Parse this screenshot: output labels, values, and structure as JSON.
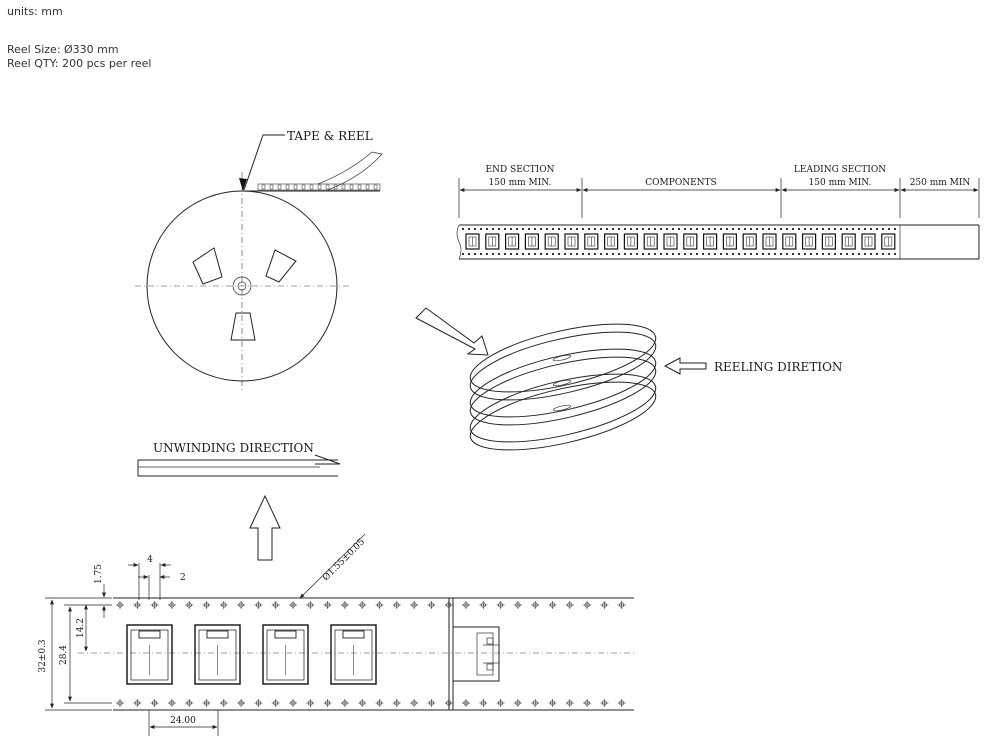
{
  "header": {
    "units": "units: mm",
    "reel_size": "Reel Size: Ø330 mm",
    "reel_qty": "Reel QTY: 200 pcs per reel"
  },
  "drawing": {
    "tape_reel_label": "TAPE & REEL",
    "end_section_title": "END SECTION",
    "end_section_len": "150 mm MIN.",
    "components_label": "COMPONENTS",
    "leading_section_title": "LEADING SECTION",
    "leading_section_len": "150 mm MIN.",
    "leader_len": "250 mm MIN",
    "reeling_direction": "REELING DIRETION",
    "unwinding_direction": "UNWINDING DIRECTION",
    "dim_4": "4",
    "dim_2": "2",
    "dim_175": "1.75",
    "dim_hole": "Ø1.55±0.05",
    "dim_142": "14.2",
    "dim_284": "28.4",
    "dim_32": "32±0.3",
    "dim_24": "24.00"
  }
}
